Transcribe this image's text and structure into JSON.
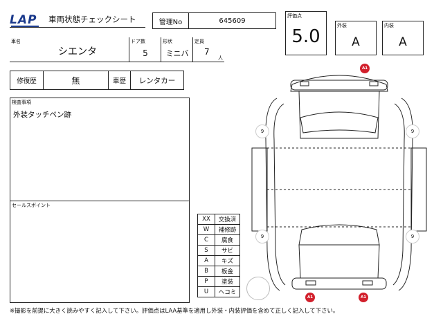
{
  "header": {
    "logo_text": "LAP",
    "sheet_title": "車両状態チェックシート",
    "kanri_label": "管理No",
    "kanri_value": "645609"
  },
  "scores": {
    "hyoka_label": "評価点",
    "hyoka_value": "5.0",
    "gaiso_label": "外装",
    "gaiso_value": "A",
    "naiso_label": "内装",
    "naiso_value": "A"
  },
  "vehicle": {
    "name_label": "車名",
    "name_value": "シエンタ",
    "doors_label": "ドア数",
    "doors_value": "5",
    "shape_label": "形状",
    "shape_value": "ミニバ",
    "capacity_label": "定員",
    "capacity_value": "7",
    "capacity_unit": "人"
  },
  "history": {
    "repair_label": "修復歴",
    "repair_value": "無",
    "usage_label": "車歴",
    "usage_value": "レンタカー"
  },
  "inspection": {
    "label": "検査事項",
    "text": "外装タッチペン跡"
  },
  "sales": {
    "label": "セールスポイント",
    "text": ""
  },
  "legend": [
    {
      "code": "XX",
      "desc": "交換済"
    },
    {
      "code": "W",
      "desc": "補修跡"
    },
    {
      "code": "C",
      "desc": "腐食"
    },
    {
      "code": "S",
      "desc": "サビ"
    },
    {
      "code": "A",
      "desc": "キズ"
    },
    {
      "code": "B",
      "desc": "板金"
    },
    {
      "code": "P",
      "desc": "塗装"
    },
    {
      "code": "U",
      "desc": "ヘコミ"
    }
  ],
  "diagram": {
    "marks": [
      "A1",
      "A1",
      "A1"
    ],
    "tire_labels": [
      "9",
      "9",
      "9",
      "9"
    ]
  },
  "footer": {
    "note": "※撮影を前提に大きく読みやすく記入して下さい。評価点はLAA基準を適用し外装・内装評価を含めて正しく記入して下さい。"
  },
  "colors": {
    "mark_red": "#d2202c",
    "line": "#222222"
  }
}
